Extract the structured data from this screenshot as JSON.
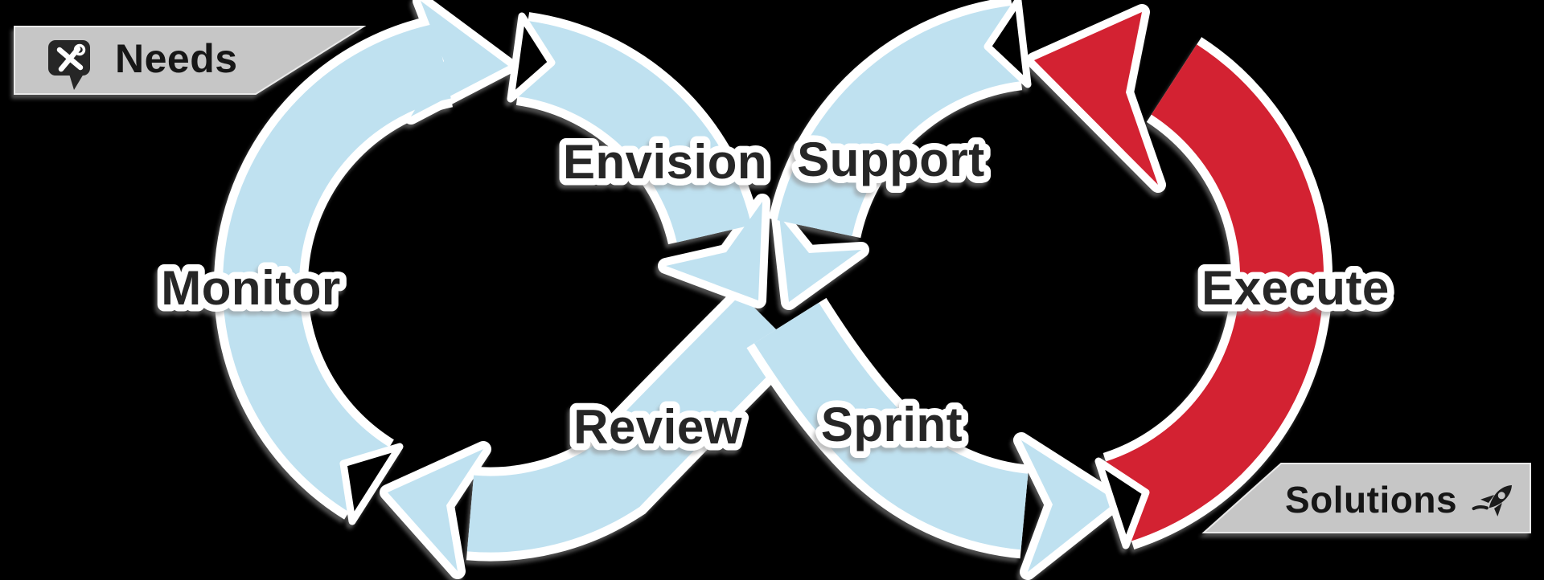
{
  "diagram": {
    "name": "needs-to-solutions-process-loop",
    "background": "#000000",
    "colors": {
      "loop_blue": "#bfe1f0",
      "loop_red": "#d32030",
      "outline_white": "#ffffff",
      "tag_background": "#c6c6c6",
      "step_text": "#262626",
      "tag_text": "#141414",
      "icon_dark": "#262626"
    },
    "steps": [
      {
        "id": "envision",
        "label": "Envision",
        "color": "blue"
      },
      {
        "id": "support",
        "label": "Support",
        "color": "blue"
      },
      {
        "id": "monitor",
        "label": "Monitor",
        "color": "blue"
      },
      {
        "id": "execute",
        "label": "Execute",
        "color": "red"
      },
      {
        "id": "review",
        "label": "Review",
        "color": "blue"
      },
      {
        "id": "sprint",
        "label": "Sprint",
        "color": "blue"
      }
    ],
    "tags": [
      {
        "id": "needs",
        "label": "Needs",
        "icon": "tools-bubble-icon"
      },
      {
        "id": "solutions",
        "label": "Solutions",
        "icon": "rocket-icon"
      }
    ]
  }
}
